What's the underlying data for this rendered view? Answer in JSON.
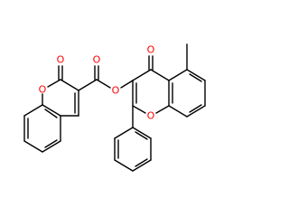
{
  "molecule": {
    "atoms": {
      "o_lactone_carbonyl": "O",
      "o_coumarin_ring": "O",
      "o_ester_carbonyl": "O",
      "o_ester_link": "O",
      "o_chromone_carbonyl": "O",
      "o_chromone_ring": "O"
    },
    "colors": {
      "bond": "#000000",
      "heteroatom": "#ff0000",
      "background": "#ffffff"
    }
  }
}
